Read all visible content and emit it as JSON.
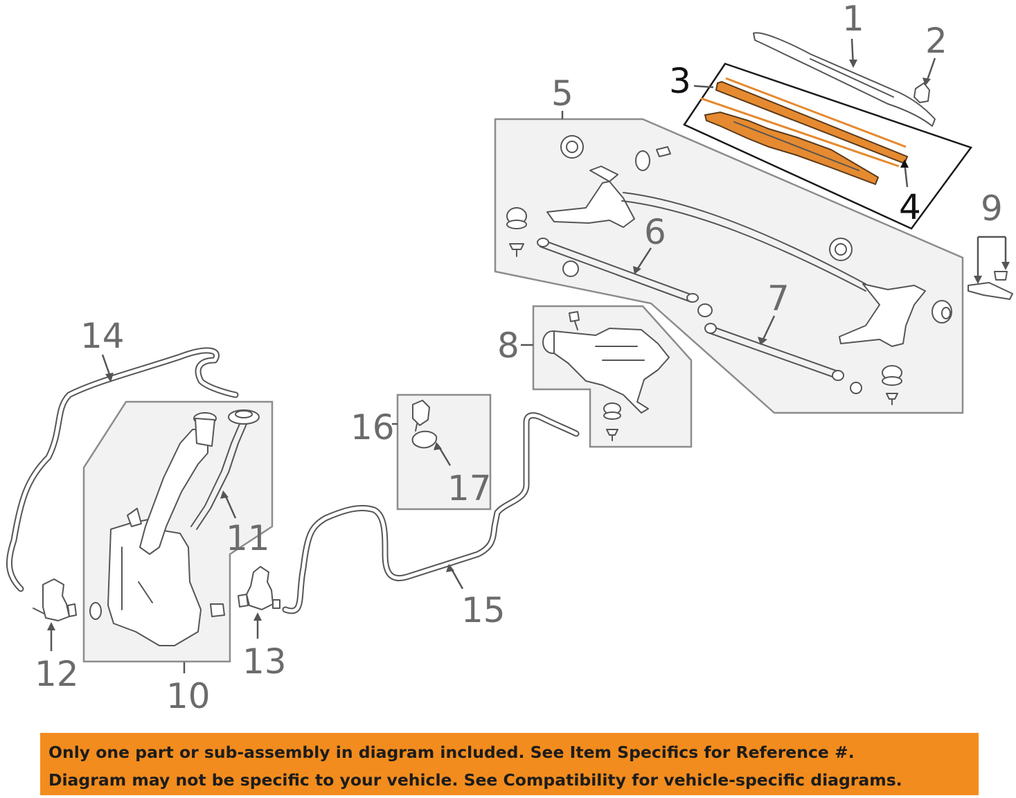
{
  "diagram": {
    "highlight_color": "#e58a30",
    "labels": {
      "1": "1",
      "2": "2",
      "3": "3",
      "4": "4",
      "5": "5",
      "6": "6",
      "7": "7",
      "8": "8",
      "9": "9",
      "10": "10",
      "11": "11",
      "12": "12",
      "13": "13",
      "14": "14",
      "15": "15",
      "16": "16",
      "17": "17"
    }
  },
  "banner": {
    "color": "#f28c1e",
    "line1": "Only one part or sub-assembly in diagram included. See Item Specifics for Reference #.",
    "line2": "Diagram may not be specific to your vehicle. See Compatibility for vehicle-specific diagrams."
  }
}
